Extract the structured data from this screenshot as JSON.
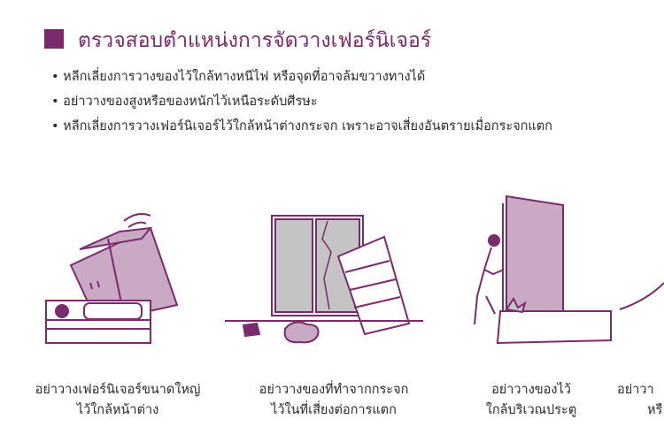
{
  "title": "ตรวจสอบตำแหน่งการจัดวางเฟอร์นิเจอร์",
  "colors": {
    "accent": "#7b2a6e",
    "fill": "#c9a9c4",
    "glass": "#c4c4c4"
  },
  "bullets": [
    "หลีกเลี่ยงการวางของไว้ใกล้ทางหนีไฟ หรือจุดที่อาจล้มขวางทางได้",
    "อย่าวางของสูงหรือของหนักไว้เหนือระดับศีรษะ",
    "หลีกเลี่ยงการวางเฟอร์นิเจอร์ไว้ใกล้หน้าต่างกระจก เพราะอาจเสี่ยงอันตรายเมื่อกระจกแตก"
  ],
  "captions": [
    {
      "line1": "อย่าวางเฟอร์นิเจอร์ขนาดใหญ่",
      "line2": "ไว้ใกล้หน้าต่าง"
    },
    {
      "line1": "อย่าวางของที่ทำจากกระจก",
      "line2": "ไว้ในที่เสี่ยงต่อการแตก"
    },
    {
      "line1": "อย่าวางของไว้",
      "line2": "ใกล้บริเวณประตู"
    },
    {
      "line1": "อย่าวา",
      "line2": "หรื"
    }
  ]
}
